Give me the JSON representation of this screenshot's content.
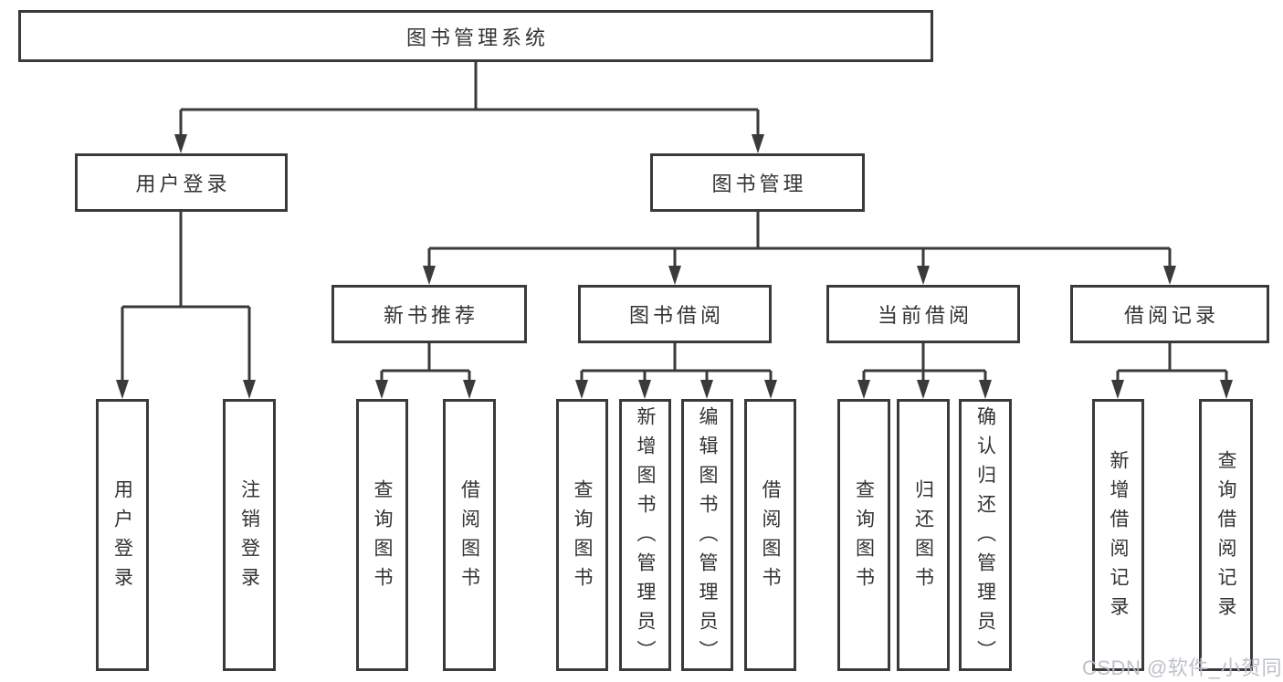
{
  "diagram": {
    "title": "图书管理系统",
    "nodes": {
      "root": "图书管理系统",
      "user_login_branch": "用户登录",
      "book_mgmt_branch": "图书管理",
      "new_book_rec": "新书推荐",
      "book_borrow": "图书借阅",
      "current_borrow": "当前借阅",
      "borrow_records": "借阅记录",
      "leaf_user_login": "用户登录",
      "leaf_logout": "注销登录",
      "leaf_query_books_rec": "查询图书",
      "leaf_borrow_books_rec": "借阅图书",
      "leaf_query_books_borrow": "查询图书",
      "leaf_add_books_admin": "新增图书（管理员）",
      "leaf_edit_books_admin": "编辑图书（管理员）",
      "leaf_borrow_books_borrow": "借阅图书",
      "leaf_query_books_current": "查询图书",
      "leaf_return_books": "归还图书",
      "leaf_confirm_return_admin": "确认归还（管理员）",
      "leaf_add_borrow_record": "新增借阅记录",
      "leaf_query_borrow_record": "查询借阅记录"
    },
    "colors": {
      "line": "#3a3a3a",
      "text": "#333333",
      "watermark": "#babec5"
    }
  },
  "watermark": "CSDN @软件_小贺同学"
}
